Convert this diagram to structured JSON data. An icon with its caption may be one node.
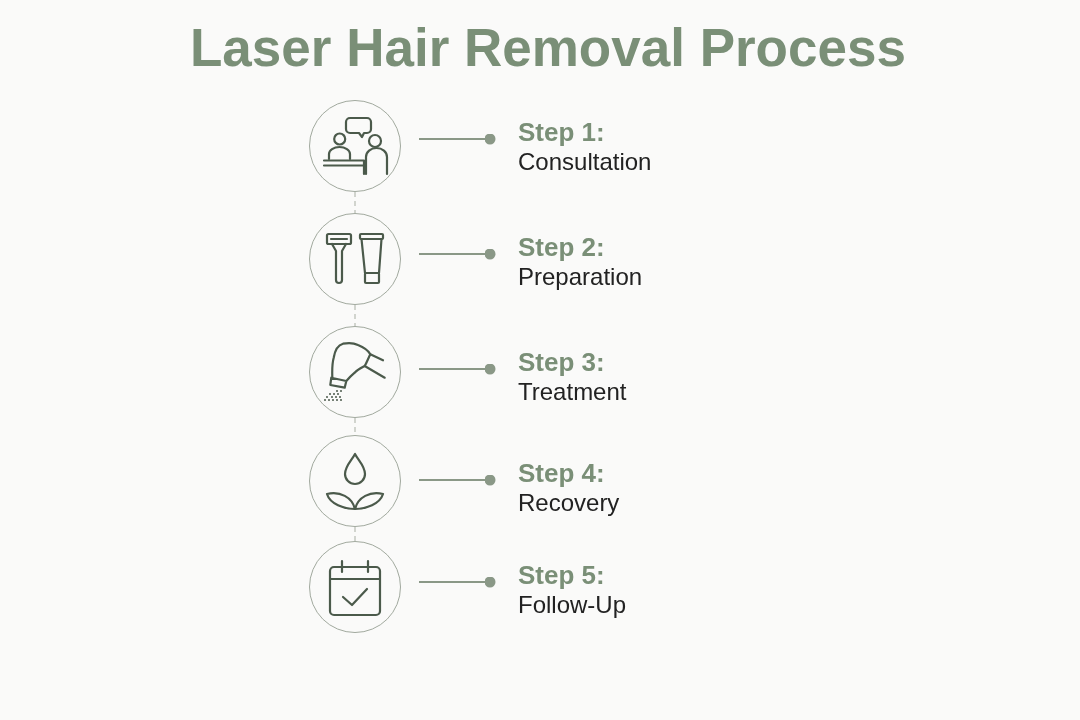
{
  "diagram": {
    "title": "Laser Hair Removal Process",
    "nodes": [
      {
        "text": [],
        "shape": "circle"
      },
      {
        "text": [
          "Step 1:",
          "Consultation"
        ]
      },
      {
        "text": [],
        "shape": "circle"
      },
      {
        "text": [
          "Step 2:",
          "Preparation"
        ]
      },
      {
        "text": [],
        "shape": "circle"
      },
      {
        "text": [
          "Step 3:",
          "Treatment"
        ]
      },
      {
        "text": [],
        "shape": "circle"
      },
      {
        "text": [
          "Step 4:",
          "Recovery"
        ]
      },
      {
        "text": [],
        "shape": "circle"
      },
      {
        "text": [
          "Step 5:",
          "Follow-Up"
        ]
      }
    ],
    "edges": [
      {
        "from": 0,
        "to": 1,
        "arrow": "other"
      },
      {
        "from": 0,
        "to": 2,
        "arrow": "none",
        "style": "dashed",
        "color": "#c3c7c0"
      },
      {
        "from": 2,
        "to": 3,
        "arrow": "other"
      },
      {
        "from": 2,
        "to": 4,
        "arrow": "none",
        "style": "dashed",
        "color": "#c3c7c0"
      },
      {
        "from": 4,
        "to": 5,
        "arrow": "other"
      },
      {
        "from": 4,
        "to": 6,
        "arrow": "none",
        "style": "dashed",
        "color": "#c3c7c0"
      },
      {
        "from": 6,
        "to": 7,
        "arrow": "other"
      },
      {
        "from": 6,
        "to": 8,
        "arrow": "none",
        "style": "dashed",
        "color": "#c3c7c0"
      },
      {
        "from": 8,
        "to": 9,
        "arrow": "other"
      }
    ]
  }
}
